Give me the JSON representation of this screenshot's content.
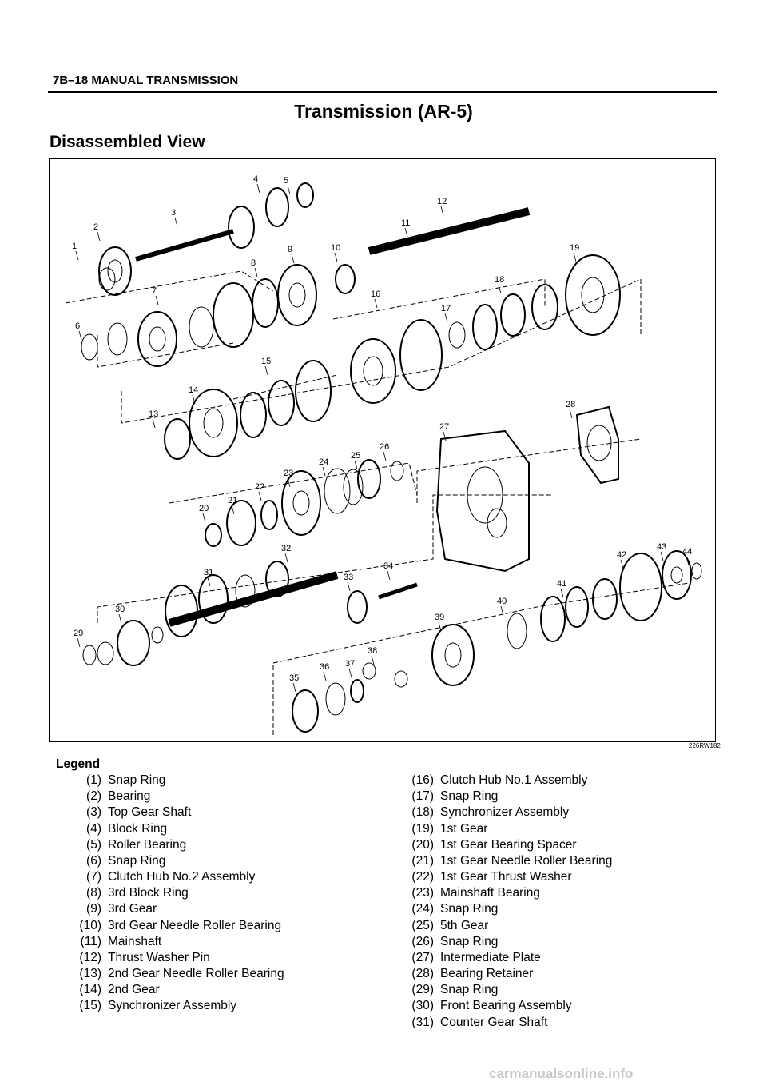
{
  "header": {
    "section": "7B–18  MANUAL TRANSMISSION"
  },
  "title": "Transmission (AR-5)",
  "subtitle": "Disassembled View",
  "figure": {
    "code": "226RW182",
    "callouts": [
      "1",
      "2",
      "3",
      "4",
      "5",
      "6",
      "7",
      "8",
      "9",
      "10",
      "11",
      "12",
      "13",
      "14",
      "15",
      "16",
      "17",
      "18",
      "19",
      "20",
      "21",
      "22",
      "23",
      "24",
      "25",
      "26",
      "27",
      "28",
      "29",
      "30",
      "31",
      "32",
      "33",
      "34",
      "35",
      "36",
      "37",
      "38",
      "39",
      "40",
      "41",
      "42",
      "43",
      "44"
    ]
  },
  "legend": {
    "title": "Legend",
    "left": [
      {
        "num": "(1)",
        "label": "Snap Ring"
      },
      {
        "num": "(2)",
        "label": "Bearing"
      },
      {
        "num": "(3)",
        "label": "Top Gear Shaft"
      },
      {
        "num": "(4)",
        "label": "Block Ring"
      },
      {
        "num": "(5)",
        "label": "Roller Bearing"
      },
      {
        "num": "(6)",
        "label": "Snap Ring"
      },
      {
        "num": "(7)",
        "label": "Clutch Hub No.2 Assembly"
      },
      {
        "num": "(8)",
        "label": "3rd Block Ring"
      },
      {
        "num": "(9)",
        "label": "3rd Gear"
      },
      {
        "num": "(10)",
        "label": "3rd Gear Needle Roller Bearing"
      },
      {
        "num": "(11)",
        "label": "Mainshaft"
      },
      {
        "num": "(12)",
        "label": "Thrust Washer Pin"
      },
      {
        "num": "(13)",
        "label": "2nd Gear Needle Roller Bearing"
      },
      {
        "num": "(14)",
        "label": "2nd Gear"
      },
      {
        "num": "(15)",
        "label": "Synchronizer Assembly"
      }
    ],
    "right": [
      {
        "num": "(16)",
        "label": "Clutch Hub No.1 Assembly"
      },
      {
        "num": "(17)",
        "label": "Snap Ring"
      },
      {
        "num": "(18)",
        "label": "Synchronizer Assembly"
      },
      {
        "num": "(19)",
        "label": "1st Gear"
      },
      {
        "num": "(20)",
        "label": "1st Gear Bearing Spacer"
      },
      {
        "num": "(21)",
        "label": "1st Gear Needle Roller Bearing"
      },
      {
        "num": "(22)",
        "label": "1st Gear Thrust Washer"
      },
      {
        "num": "(23)",
        "label": "Mainshaft Bearing"
      },
      {
        "num": "(24)",
        "label": "Snap Ring"
      },
      {
        "num": "(25)",
        "label": "5th Gear"
      },
      {
        "num": "(26)",
        "label": "Snap Ring"
      },
      {
        "num": "(27)",
        "label": "Intermediate Plate"
      },
      {
        "num": "(28)",
        "label": "Bearing Retainer"
      },
      {
        "num": "(29)",
        "label": "Snap Ring"
      },
      {
        "num": "(30)",
        "label": "Front Bearing Assembly"
      },
      {
        "num": "(31)",
        "label": "Counter Gear Shaft"
      }
    ]
  },
  "footer": {
    "watermark": "carmanualsonline.info"
  }
}
